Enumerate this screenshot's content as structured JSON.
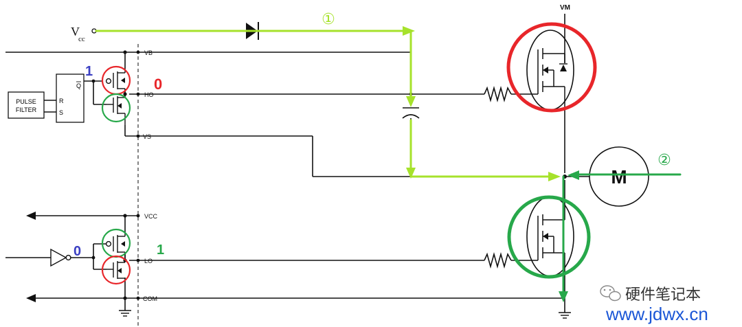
{
  "supply": {
    "vcc_main": "V",
    "vcc_sub": "cc",
    "vm": "VM"
  },
  "pins": {
    "vb": "VB",
    "ho": "HO",
    "vs": "VS",
    "vcc": "VCC",
    "lo": "LO",
    "com": "COM"
  },
  "logic": {
    "pulse_filter_line1": "PULSE",
    "pulse_filter_line2": "FILTER",
    "latch_r": "R",
    "latch_s": "S",
    "latch_q": "Q"
  },
  "states": {
    "high_side_gate_state": "1",
    "ho_output_state": "0",
    "low_side_input_state": "0",
    "lo_output_state": "1"
  },
  "paths": {
    "path1_label": "①",
    "path2_label": "②"
  },
  "motor": {
    "label": "M"
  },
  "watermark": {
    "channel": "硬件笔记本",
    "site": "www.jdwx.cn"
  },
  "colors": {
    "path_green": "#a6e22b",
    "mosfet_red": "#e8262a",
    "mosfet_green": "#27a84a",
    "state_blue": "#3b3fc2",
    "site_blue": "#1a56d6"
  }
}
